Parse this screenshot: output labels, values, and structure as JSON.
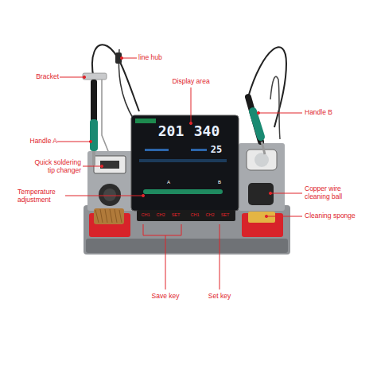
{
  "diagram": {
    "labels": [
      "Bracket",
      "line hub",
      "Display area",
      "Handle B",
      "Handle A",
      "Quick soldering tip changer",
      "Temperature adjustment",
      "Copper wire cleaning ball",
      "Cleaning sponge",
      "Save key",
      "Set key",
      "201",
      "340",
      "25",
      "A",
      "B",
      "CH1",
      "CH2",
      "SET",
      "CH1",
      "CH2",
      "SET"
    ]
  }
}
